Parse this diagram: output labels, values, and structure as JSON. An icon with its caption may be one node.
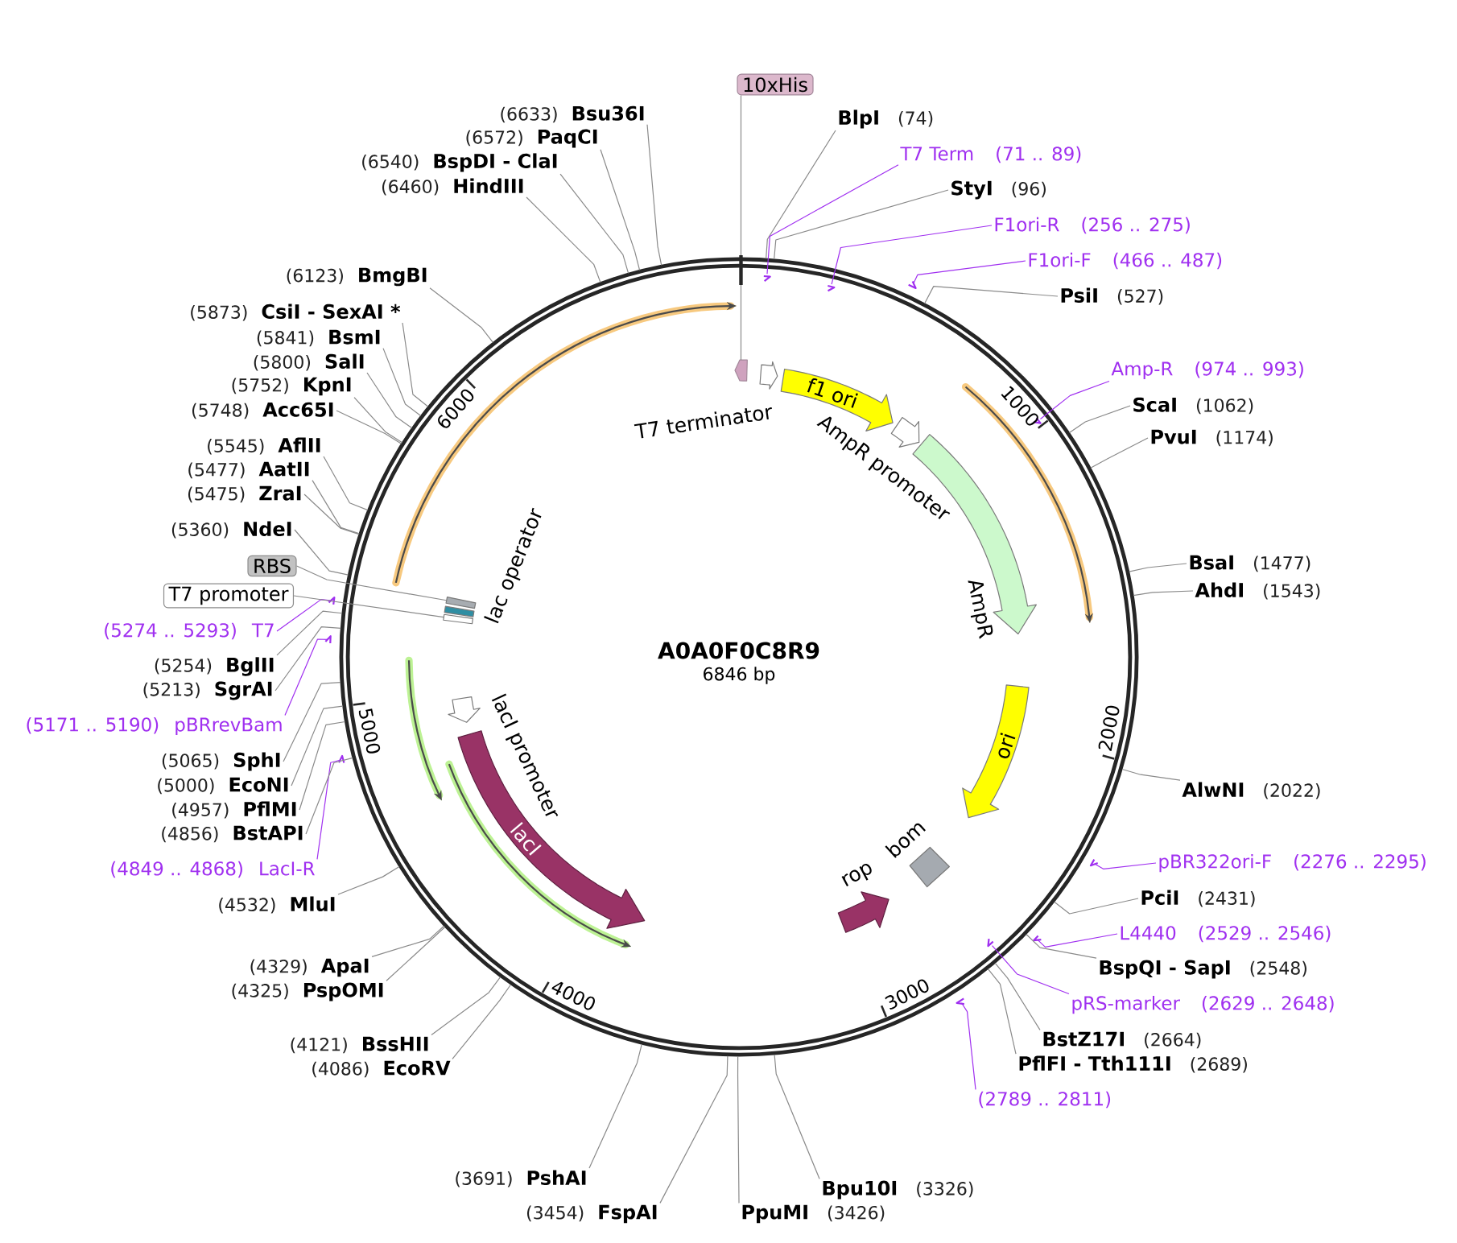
{
  "diagram": {
    "title": "A0A0F0C8R9",
    "nodes": [
      {
        "text": [],
        "shape": "circle"
      },
      {
        "text": [
          "10xHis"
        ]
      },
      {
        "text": [
          "BlpI",
          "(74)"
        ]
      },
      {
        "text": [
          "T7 Term",
          "(71 .. 89)"
        ]
      },
      {
        "text": [
          "StyI",
          "(96)"
        ]
      },
      {
        "text": [
          "F1ori-R",
          "(256 .. 275)"
        ]
      },
      {
        "text": [
          "F1ori-F",
          "(466 .. 487)"
        ]
      },
      {
        "text": [
          "PsiI",
          "(527)"
        ]
      },
      {
        "text": [
          "Amp-R",
          "(974 .. 993)"
        ]
      },
      {
        "text": [
          "ScaI",
          "(1062)"
        ]
      },
      {
        "text": [
          "PvuI",
          "(1174)"
        ]
      },
      {
        "text": [
          "BsaI",
          "(1477)"
        ]
      },
      {
        "text": [
          "AhdI",
          "(1543)"
        ]
      },
      {
        "text": [
          "AlwNI",
          "(2022)"
        ]
      },
      {
        "text": [
          "pBR322ori-F",
          "(2276 .. 2295)"
        ]
      },
      {
        "text": [
          "PciI",
          "(2431)"
        ]
      },
      {
        "text": [
          "L4440",
          "(2529 .. 2546)"
        ]
      },
      {
        "text": [
          "BspQI - SapI",
          "(2548)"
        ]
      },
      {
        "text": [
          "pRS-marker",
          "(2629 .. 2648)"
        ]
      },
      {
        "text": [
          "BstZ17I",
          "(2664)"
        ]
      },
      {
        "text": [
          "PflFI - Tth111I",
          "(2689)"
        ]
      },
      {
        "text": [
          "(2789 .. 2811)"
        ]
      },
      {
        "text": [
          "Bpu10I",
          "(3326)"
        ]
      },
      {
        "text": [
          "PpuMI",
          "(3426)"
        ]
      },
      {
        "text": [
          "(3454)",
          "FspAI"
        ]
      },
      {
        "text": [
          "(3691)",
          "PshAI"
        ]
      },
      {
        "text": [
          "(4086)",
          "EcoRV"
        ]
      },
      {
        "text": [
          "(4121)",
          "BssHII"
        ]
      },
      {
        "text": [
          "(4325)",
          "PspOMI"
        ]
      },
      {
        "text": [
          "(4329)",
          "ApaI"
        ]
      },
      {
        "text": [
          "(4532)",
          "MluI"
        ]
      },
      {
        "text": [
          "(4849 .. 4868)",
          "LacI-R"
        ]
      },
      {
        "text": [
          "(4856)",
          "BstAPI"
        ]
      },
      {
        "text": [
          "(4957)",
          "PflMI"
        ]
      },
      {
        "text": [
          "(5000)",
          "EcoNI"
        ]
      },
      {
        "text": [
          "(5065)",
          "SphI"
        ]
      },
      {
        "text": [
          "(5171 .. 5190)",
          "pBRrevBam"
        ]
      },
      {
        "text": [
          "(5213)",
          "SgrAI"
        ]
      },
      {
        "text": [
          "(5254)",
          "BglII"
        ]
      },
      {
        "text": [
          "(5274 .. 5293)",
          "T7"
        ]
      },
      {
        "text": [
          "T7 promoter"
        ]
      },
      {
        "text": [
          "RBS"
        ]
      },
      {
        "text": [
          "(5360)",
          "NdeI"
        ]
      },
      {
        "text": [
          "(5475)",
          "ZraI"
        ]
      },
      {
        "text": [
          "(5477)",
          "AatII"
        ]
      },
      {
        "text": [
          "(5545)",
          "AflII"
        ]
      },
      {
        "text": [
          "(5748)",
          "Acc65I"
        ]
      },
      {
        "text": [
          "(5752)",
          "KpnI"
        ]
      },
      {
        "text": [
          "(5800)",
          "SalI"
        ]
      },
      {
        "text": [
          "(5841)",
          "BsmI"
        ]
      },
      {
        "text": [
          "(5873)",
          "CsiI - SexAI *"
        ]
      },
      {
        "text": [
          "(6123)",
          "BmgBI"
        ]
      },
      {
        "text": [
          "(6460)",
          "HindIII"
        ]
      },
      {
        "text": [
          "(6540)",
          "BspDI - ClaI"
        ]
      },
      {
        "text": [
          "(6572)",
          "PaqCI"
        ]
      },
      {
        "text": [
          "(6633)",
          "Bsu36I"
        ]
      },
      {
        "text": [],
        "shape": "arrow",
        "in": 0
      },
      {
        "text": [
          "T7 terminator"
        ],
        "in": 0
      },
      {
        "text": [
          "f1 ori"
        ],
        "in": 0
      },
      {
        "text": [
          "AmpR promoter"
        ],
        "in": 0
      },
      {
        "text": [
          "AmpR"
        ],
        "in": 0
      },
      {
        "text": [
          "ori"
        ],
        "in": 0
      },
      {
        "text": [
          "bom"
        ],
        "in": 0
      },
      {
        "text": [
          "rop"
        ],
        "in": 0
      },
      {
        "text": [
          "lacI"
        ],
        "in": 0
      },
      {
        "text": [
          "lacI promoter"
        ],
        "in": 0
      },
      {
        "text": [],
        "shape": "box",
        "in": 0
      },
      {
        "text": [
          "lac operator"
        ],
        "in": 0
      },
      {
        "text": [],
        "shape": "box",
        "in": 0
      },
      {
        "text": [],
        "shape": "bar",
        "in": 0
      },
      {
        "text": [],
        "shape": "bar",
        "in": 0
      },
      {
        "text": [],
        "shape": "bar",
        "in": 0
      },
      {
        "text": [],
        "shape": "bar",
        "in": 0
      },
      {
        "text": [],
        "shape": "bar"
      },
      {
        "text": [],
        "shape": "bar"
      },
      {
        "text": [],
        "shape": "bar",
        "in": 0
      },
      {
        "text": [],
        "shape": "bar",
        "in": 0
      },
      {
        "text": [],
        "shape": "bar",
        "in": 0
      },
      {
        "text": [],
        "shape": "bar",
        "in": 0
      },
      {
        "text": [],
        "shape": "bar",
        "in": 0
      }
    ],
    "edges": [
      {
        "from": 1,
        "to": 56,
        "arrow": "none"
      },
      {
        "from": 2,
        "to": 0,
        "arrow": "none"
      },
      {
        "from": 3,
        "to": 69,
        "arrow": "none",
        "color": "#a030f0"
      },
      {
        "from": 4,
        "to": 0,
        "arrow": "none"
      },
      {
        "from": 5,
        "to": 70,
        "arrow": "none",
        "color": "#a030f0"
      },
      {
        "from": 6,
        "to": 71,
        "arrow": "none",
        "color": "#a030f0"
      },
      {
        "from": 7,
        "to": 0,
        "arrow": "none"
      },
      {
        "from": 8,
        "to": 72,
        "arrow": "none",
        "color": "#a030f0"
      },
      {
        "from": 9,
        "to": 0,
        "arrow": "none"
      },
      {
        "from": 10,
        "to": 0,
        "arrow": "none"
      },
      {
        "from": 11,
        "to": 0,
        "arrow": "none"
      },
      {
        "from": 12,
        "to": 0,
        "arrow": "none"
      },
      {
        "from": 13,
        "to": 0,
        "arrow": "none"
      },
      {
        "from": 14,
        "to": 76,
        "arrow": "none",
        "color": "#a030f0"
      },
      {
        "from": 15,
        "to": 0,
        "arrow": "none"
      },
      {
        "from": 16,
        "to": 77,
        "arrow": "none",
        "color": "#a030f0"
      },
      {
        "from": 17,
        "to": 0,
        "arrow": "none"
      },
      {
        "from": 18,
        "to": 78,
        "arrow": "none",
        "color": "#a030f0"
      },
      {
        "from": 19,
        "to": 0,
        "arrow": "none"
      },
      {
        "from": 20,
        "to": 0,
        "arrow": "none"
      },
      {
        "from": 21,
        "to": 79,
        "arrow": "none",
        "color": "#a030f0"
      },
      {
        "from": 22,
        "to": 0,
        "arrow": "none"
      },
      {
        "from": 23,
        "to": 0,
        "arrow": "none"
      },
      {
        "from": 24,
        "to": 0,
        "arrow": "none"
      },
      {
        "from": 25,
        "to": 0,
        "arrow": "none"
      },
      {
        "from": 26,
        "to": 0,
        "arrow": "none"
      },
      {
        "from": 27,
        "to": 0,
        "arrow": "none"
      },
      {
        "from": 28,
        "to": 0,
        "arrow": "none"
      },
      {
        "from": 29,
        "to": 0,
        "arrow": "none"
      },
      {
        "from": 30,
        "to": 0,
        "arrow": "none"
      },
      {
        "from": 31,
        "to": 75,
        "arrow": "none",
        "color": "#a030f0"
      },
      {
        "from": 32,
        "to": 0,
        "arrow": "none"
      },
      {
        "from": 33,
        "to": 0,
        "arrow": "none"
      },
      {
        "from": 34,
        "to": 0,
        "arrow": "none"
      },
      {
        "from": 35,
        "to": 0,
        "arrow": "none"
      },
      {
        "from": 36,
        "to": 74,
        "arrow": "none",
        "color": "#a030f0"
      },
      {
        "from": 37,
        "to": 0,
        "arrow": "none"
      },
      {
        "from": 38,
        "to": 0,
        "arrow": "none"
      },
      {
        "from": 39,
        "to": 73,
        "arrow": "none",
        "color": "#a030f0"
      },
      {
        "from": 40,
        "to": 68,
        "arrow": "none"
      },
      {
        "from": 41,
        "to": 66,
        "arrow": "none"
      },
      {
        "from": 42,
        "to": 0,
        "arrow": "none"
      },
      {
        "from": 43,
        "to": 0,
        "arrow": "none"
      },
      {
        "from": 44,
        "to": 0,
        "arrow": "none"
      },
      {
        "from": 45,
        "to": 0,
        "arrow": "none"
      },
      {
        "from": 46,
        "to": 0,
        "arrow": "none"
      },
      {
        "from": 47,
        "to": 0,
        "arrow": "none"
      },
      {
        "from": 48,
        "to": 0,
        "arrow": "none"
      },
      {
        "from": 49,
        "to": 0,
        "arrow": "none"
      },
      {
        "from": 50,
        "to": 0,
        "arrow": "none"
      },
      {
        "from": 51,
        "to": 0,
        "arrow": "none"
      },
      {
        "from": 52,
        "to": 0,
        "arrow": "none"
      },
      {
        "from": 53,
        "to": 0,
        "arrow": "none"
      },
      {
        "from": 54,
        "to": 0,
        "arrow": "none"
      },
      {
        "from": 55,
        "to": 0,
        "arrow": "none"
      }
    ],
    "labels": [
      "6846 bp",
      "1000",
      "2000",
      "3000",
      "4000",
      "5000",
      "6000"
    ]
  }
}
